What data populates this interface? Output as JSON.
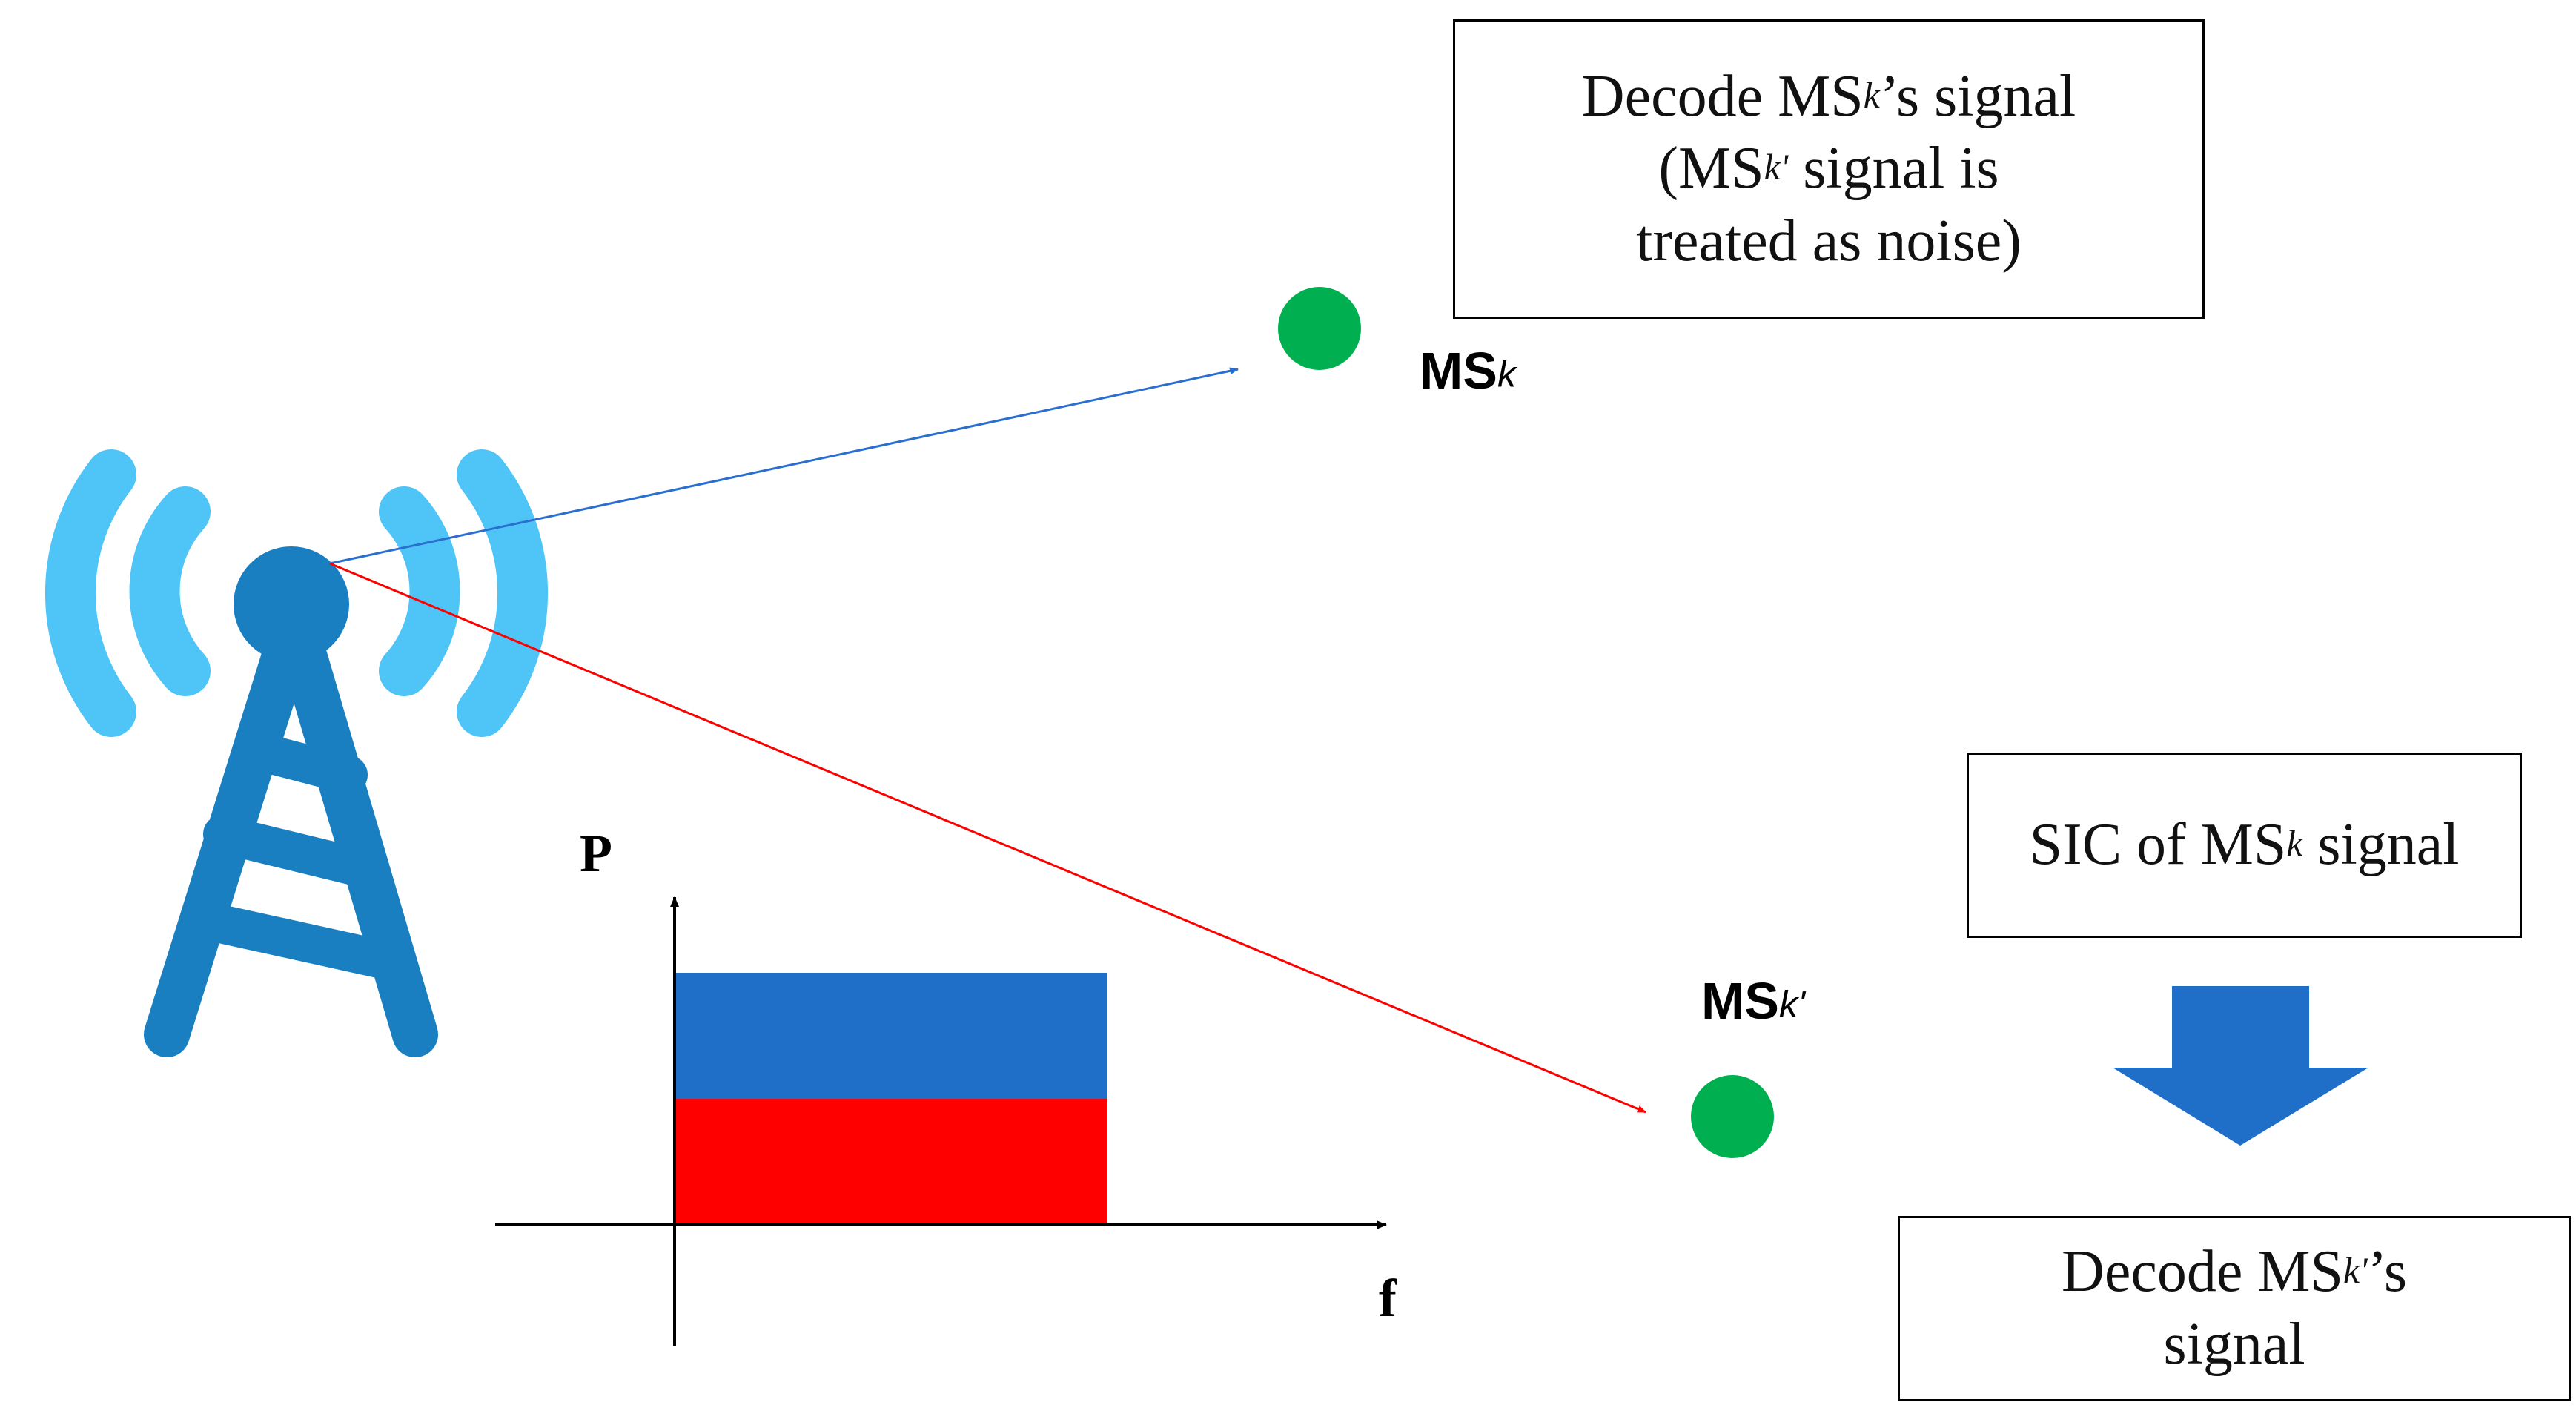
{
  "colors": {
    "tower": "#1a7fc1",
    "waves": "#4fc4f7",
    "blue_arrow": "#2a6fd0",
    "red_arrow": "#ff0000",
    "user_dot": "#00b050",
    "bar_blue": "#1f6fc8",
    "bar_red": "#ff0000",
    "big_arrow": "#1f6fc8"
  },
  "users": {
    "near": {
      "label_main": "MS",
      "label_sub": "k"
    },
    "far": {
      "label_main": "MS",
      "label_sub": "k'"
    }
  },
  "near_box": {
    "line1_a": "Decode MS",
    "line1_k": "k",
    "line1_b": "’s signal",
    "line2_a": "(MS",
    "line2_k": "k'",
    "line2_b": " signal is",
    "line3": "treated as noise)"
  },
  "sic_box": {
    "text_a": "SIC of MS",
    "text_k": "k",
    "text_b": " signal"
  },
  "far_box": {
    "line1_a": "Decode MS",
    "line1_k": "k'",
    "line1_b": "’s",
    "line2": "signal"
  },
  "axes": {
    "y_label": "P",
    "x_label": "f"
  },
  "power_bar": {
    "layers": [
      "blue",
      "red"
    ]
  }
}
